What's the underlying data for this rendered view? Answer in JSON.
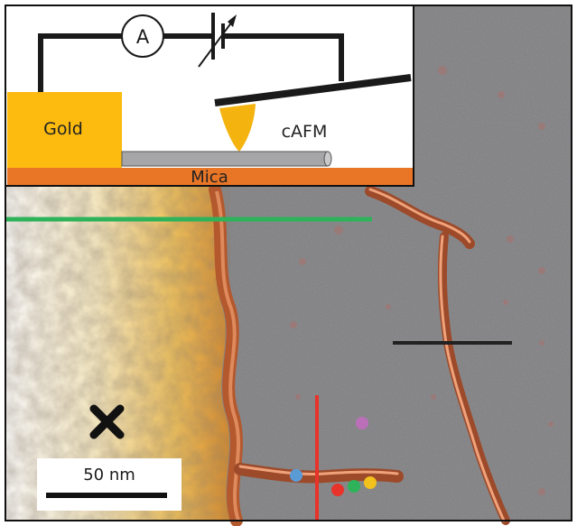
{
  "inset": {
    "gold_label": "Gold",
    "mica_label": "Mica",
    "cafm_label": "cAFM",
    "ammeter_label": "A"
  },
  "scale_bar": {
    "label": "50 nm"
  },
  "colors": {
    "gold": "#FDBB10",
    "mica": "#E97627",
    "nanowire": "#A6A6A8",
    "tip": "#F4B30E",
    "green_line": "#2EB35A",
    "red_line": "#E8332B",
    "black_line": "#222222",
    "marker_blue": "#5B9BD5",
    "marker_red": "#E8332B",
    "marker_green": "#2EB35A",
    "marker_yellow": "#F2C11C",
    "marker_purple": "#BB6FB8"
  },
  "markers": [
    {
      "name": "marker-blue",
      "color": "#5B9BD5"
    },
    {
      "name": "marker-red",
      "color": "#E8332B"
    },
    {
      "name": "marker-green",
      "color": "#2EB35A"
    },
    {
      "name": "marker-yellow",
      "color": "#F2C11C"
    },
    {
      "name": "marker-purple",
      "color": "#BB6FB8"
    }
  ],
  "cross_marker_icon": "x-mark-icon"
}
